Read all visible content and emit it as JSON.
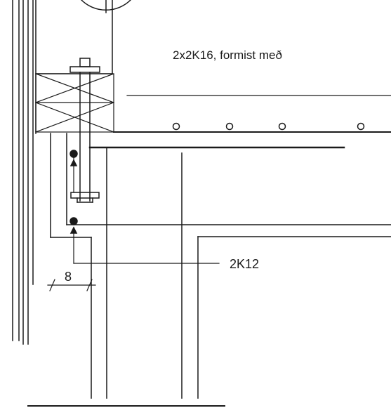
{
  "labels": {
    "rebar_note": "2x2K16, formist með",
    "bar_callout": "2K12",
    "dimension": "8"
  },
  "colors": {
    "ink": "#1a1a1a",
    "paper": "#ffffff"
  },
  "icons": {
    "top_symbol": "circle-section-marker"
  }
}
